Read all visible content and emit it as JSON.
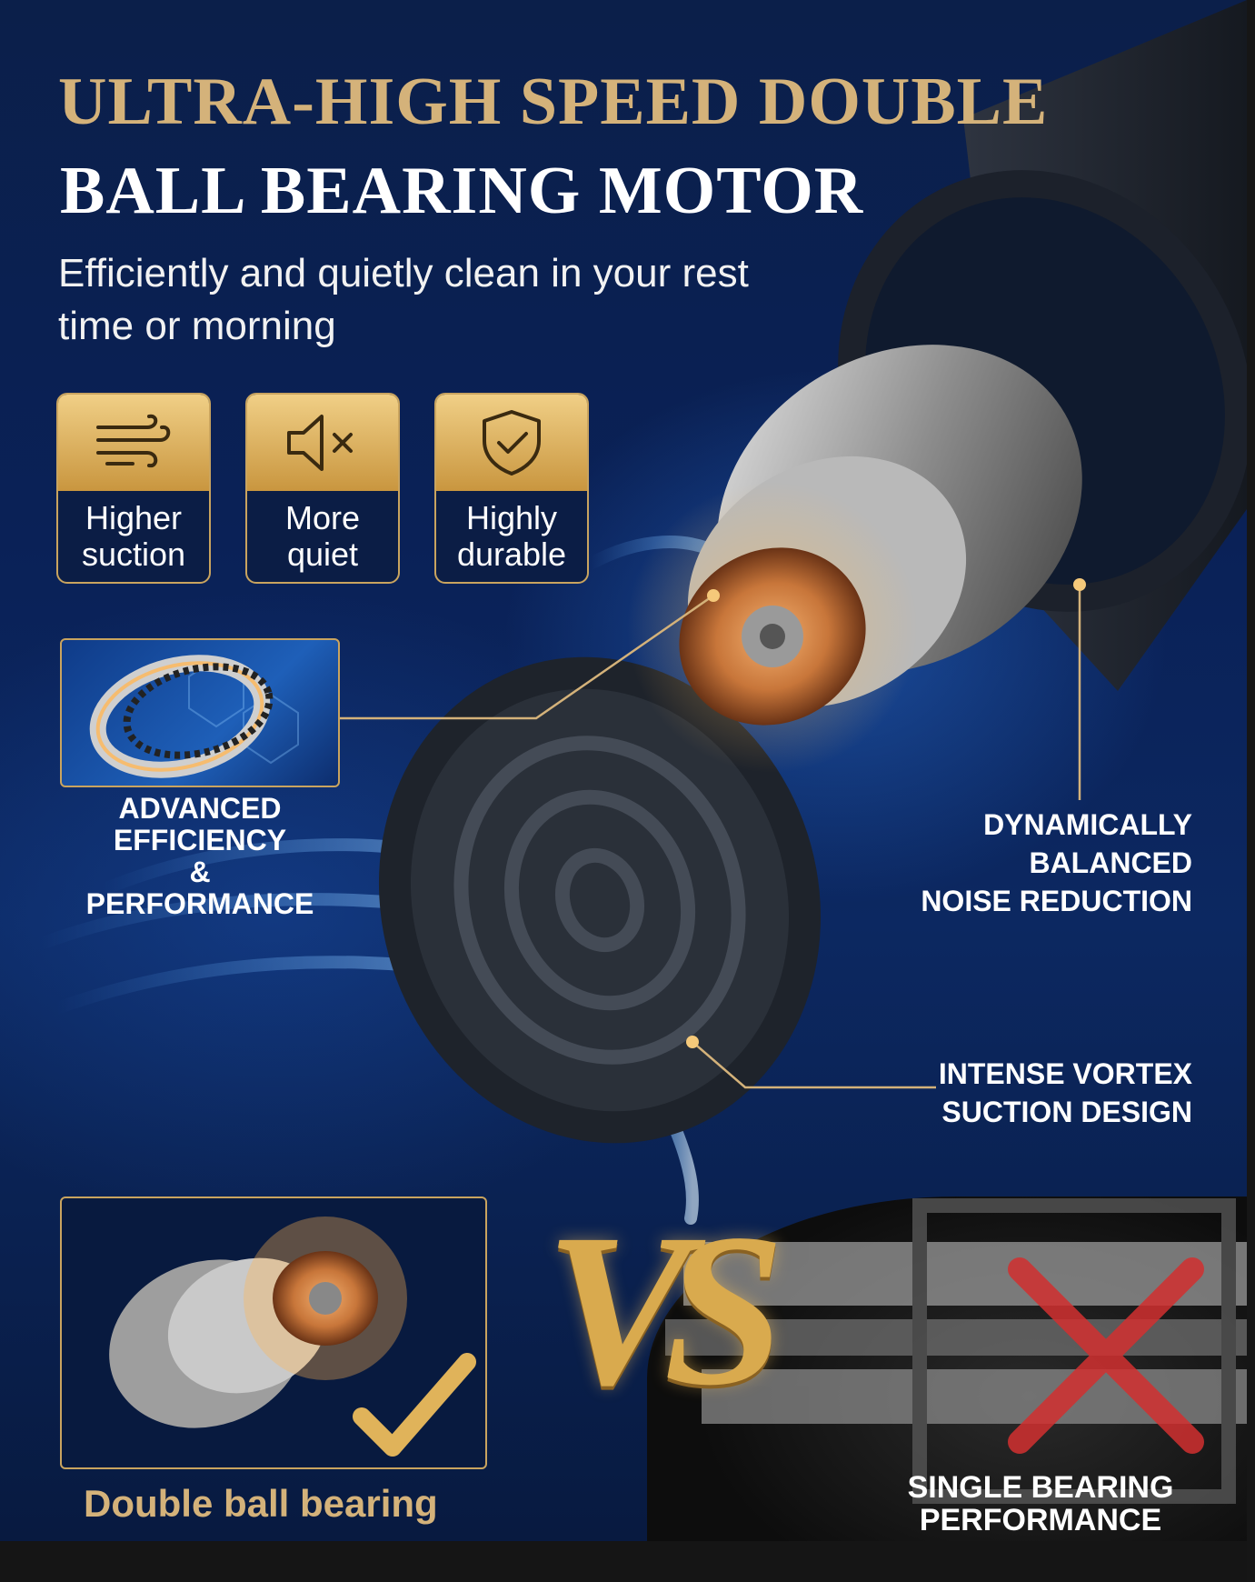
{
  "header": {
    "title_line1": "ULTRA-HIGH SPEED DOUBLE",
    "title_line2": "BALL BEARING MOTOR",
    "subtitle": "Efficiently and quietly clean in your rest time or morning"
  },
  "features": [
    {
      "icon": "wind-icon",
      "line1": "Higher",
      "line2": "suction"
    },
    {
      "icon": "mute-speaker-icon",
      "line1": "More",
      "line2": "quiet"
    },
    {
      "icon": "shield-check-icon",
      "line1": "Highly",
      "line2": "durable"
    }
  ],
  "callouts": {
    "left": {
      "line1": "ADVANCED",
      "line2": "EFFICIENCY",
      "line3": "& PERFORMANCE"
    },
    "right_top": {
      "line1": "DYNAMICALLY",
      "line2": "BALANCED",
      "line3": "NOISE REDUCTION"
    },
    "right_bottom": {
      "line1": "INTENSE VORTEX",
      "line2": "SUCTION DESIGN"
    }
  },
  "comparison": {
    "left_caption": "Double ball bearing",
    "vs_label": "VS",
    "right_line1": "SINGLE BEARING",
    "right_line2": "PERFORMANCE"
  },
  "colors": {
    "gold": "#d4b27a",
    "navy": "#0a2157",
    "copper": "#c8763a",
    "red_cross": "#d23030"
  }
}
